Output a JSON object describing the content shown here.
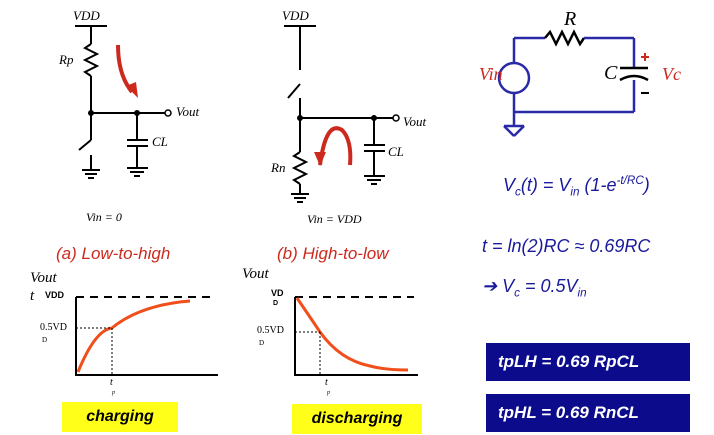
{
  "circuit_a": {
    "vdd": "VDD",
    "resistor": "Rp",
    "vout": "Vout",
    "cap": "CL",
    "vin": "Vin = 0",
    "caption": "(a) Low-to-high"
  },
  "circuit_b": {
    "vdd": "VDD",
    "resistor": "Rn",
    "vout": "Vout",
    "cap": "CL",
    "vin": "Vin = VDD",
    "caption": "(b) High-to-low"
  },
  "rc_circuit": {
    "r": "R",
    "c": "C",
    "vin": "Vin",
    "vc": "Vc"
  },
  "equations": {
    "eq1_lhs": "V",
    "eq1_lhs_sub": "c",
    "eq1_mid": "(t) = V",
    "eq1_in_sub": "in",
    "eq1_rest": " (1-e",
    "eq1_exp": "-t/RC",
    "eq1_end": ")",
    "eq2": "t = ln(2)RC ≈ 0.69RC",
    "eq3_arrow": "➔",
    "eq3_text": "V",
    "eq3_sub": "c",
    "eq3_mid": " = 0.5V",
    "eq3_sub2": "in"
  },
  "graph_a": {
    "ylabel": "Vout",
    "ylabel_t": "t",
    "top": "VDD",
    "half": "0.5VD",
    "half_sub": "D",
    "tlabel": "t",
    "tsub": "p",
    "badge": "charging"
  },
  "graph_b": {
    "ylabel": "Vout",
    "top": "VD",
    "top_sub": "D",
    "half": "0.5VD",
    "half_sub": "D",
    "tlabel": "t",
    "tsub": "p",
    "badge": "discharging"
  },
  "results": {
    "tplh": "tpLH = 0.69 RpCL",
    "tphl": "tpHL = 0.69 RnCL"
  },
  "colors": {
    "red": "#cc2a1e",
    "navy": "#0b0b8c",
    "yellow": "#ffff1a",
    "blue_text": "#1a1a9c",
    "rc_blue": "#2a2aa8"
  }
}
